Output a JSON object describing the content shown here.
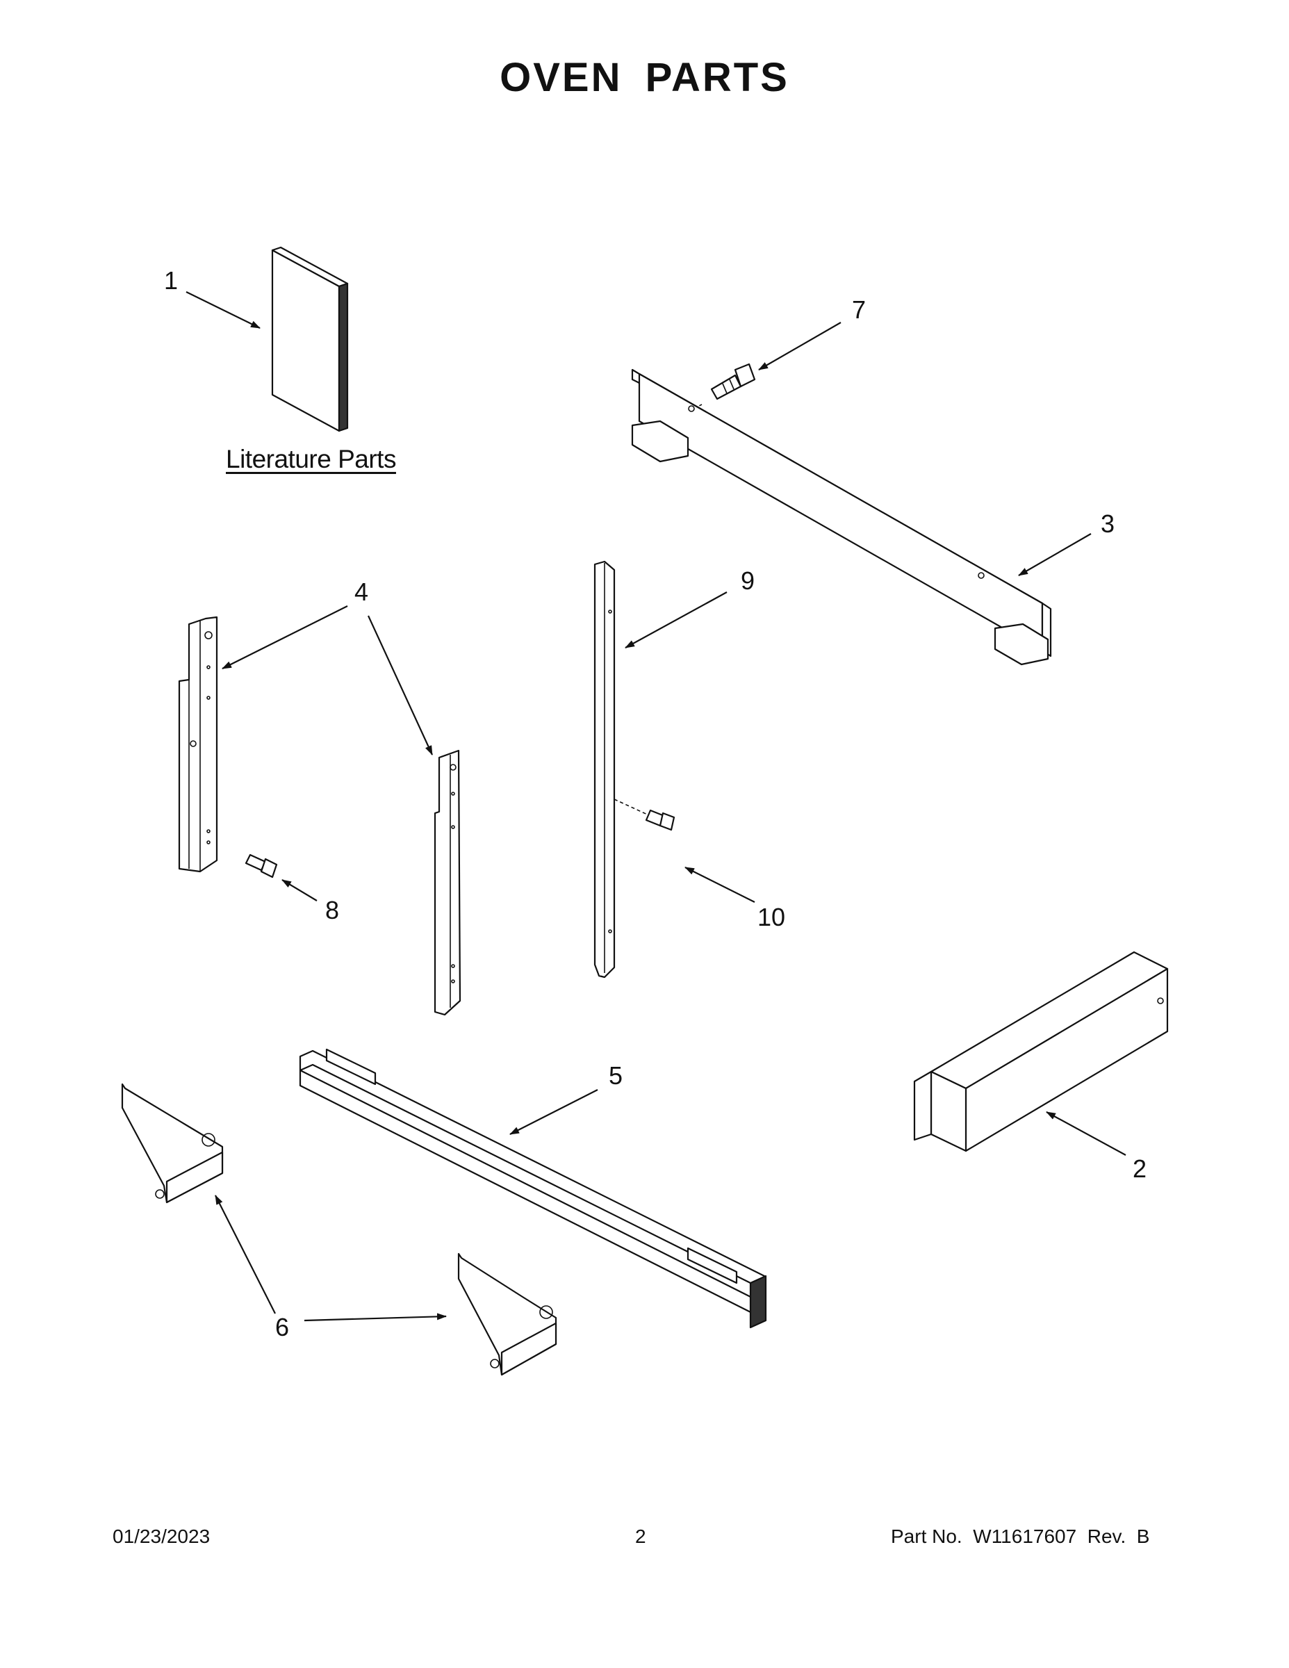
{
  "page": {
    "title": "OVEN PARTS",
    "footer_date": "01/23/2023",
    "footer_page": "2",
    "footer_part": "Part No.  W11617607  Rev.  B"
  },
  "diagram": {
    "literature_label": "Literature Parts",
    "callouts": [
      "1",
      "2",
      "3",
      "4",
      "5",
      "6",
      "7",
      "8",
      "9",
      "10"
    ]
  }
}
